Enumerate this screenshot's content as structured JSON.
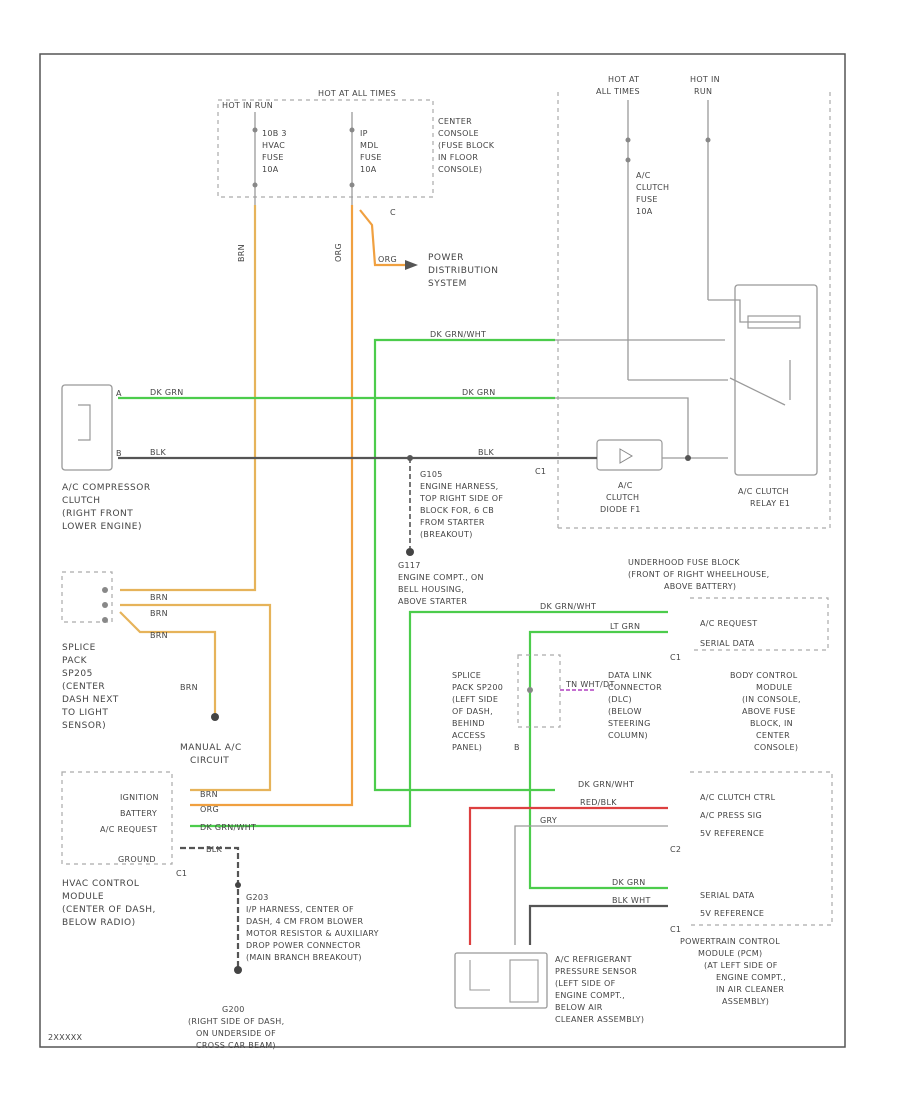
{
  "diagram": {
    "footer_id": "2XXXXX",
    "top_left": {
      "hot_in_run_label": "HOT IN RUN",
      "hot_at_all_times_label": "HOT AT ALL TIMES",
      "fuse_hvac": [
        "10B 3",
        "HVAC",
        "FUSE",
        "10A"
      ],
      "fuse_ip": [
        "IP",
        "MDL",
        "FUSE",
        "10A"
      ],
      "fuse_block_label": [
        "CENTER",
        "CONSOLE",
        "(FUSE BLOCK",
        "IN FLOOR",
        "CONSOLE)"
      ],
      "wire_brn": "BRN",
      "wire_org": "ORG",
      "power_dist": [
        "POWER",
        "DISTRIBUTION",
        "SYSTEM"
      ]
    },
    "top_right": {
      "hot_at_all_times": [
        "HOT AT",
        "ALL TIMES"
      ],
      "hot_in_run": [
        "HOT IN",
        "RUN"
      ],
      "fuse_ac_clutch": [
        "A/C",
        "CLUTCH",
        "FUSE",
        "10A"
      ],
      "diode_label": [
        "A/C",
        "CLUTCH",
        "DIODE F1"
      ],
      "relay_label": [
        "A/C CLUTCH",
        "RELAY E1"
      ],
      "underhood_label": [
        "UNDERHOOD FUSE BLOCK",
        "(FRONT OF RIGHT WHEELHOUSE,",
        "ABOVE BATTERY)"
      ]
    },
    "compressor": {
      "label": [
        "A/C COMPRESSOR",
        "CLUTCH",
        "(RIGHT FRONT",
        "LOWER ENGINE)"
      ],
      "wire_top": "DK GRN",
      "wire_bottom": "BLK",
      "pin_a": "A",
      "pin_b": "B"
    },
    "ground_g105": [
      "G105",
      "ENGINE HARNESS,",
      "TOP RIGHT SIDE OF",
      "BLOCK FOR, 6 CB",
      "FROM STARTER",
      "(BREAKOUT)"
    ],
    "ground_g117": [
      "G117",
      "ENGINE COMPT., ON",
      "BELL HOUSING,",
      "ABOVE STARTER"
    ],
    "splice_sp205": {
      "label": [
        "SPLICE",
        "PACK",
        "SP205",
        "(CENTER",
        "DASH NEXT",
        "TO LIGHT",
        "SENSOR)"
      ],
      "wires": [
        "BRN",
        "BRN",
        "BRN"
      ],
      "manual_ac": [
        "MANUAL A/C",
        "CIRCUIT"
      ],
      "brn_label": "BRN"
    },
    "splice_sp200": {
      "label": [
        "SPLICE",
        "PACK SP200",
        "(LEFT SIDE",
        "OF DASH,",
        "BEHIND",
        "ACCESS",
        "PANEL)"
      ],
      "pin": "B",
      "wire": "TN WHT/DT"
    },
    "dlc": [
      "DATA LINK",
      "CONNECTOR",
      "(DLC)",
      "(BELOW",
      "STEERING",
      "COLUMN)"
    ],
    "bcm": {
      "pins": [
        "A/C REQUEST",
        "SERIAL DATA"
      ],
      "wires": [
        "DK GRN/WHT",
        "LT GRN"
      ],
      "connector": "C1",
      "label": [
        "BODY CONTROL",
        "MODULE",
        "(IN CONSOLE,",
        "ABOVE FUSE",
        "BLOCK, IN",
        "CENTER",
        "CONSOLE)"
      ]
    },
    "hvac": {
      "pins": [
        "IGNITION",
        "BATTERY",
        "A/C REQUEST",
        "GROUND"
      ],
      "wires": [
        "BRN",
        "ORG",
        "DK GRN/WHT",
        "BLK"
      ],
      "connector": "C1",
      "label": [
        "HVAC CONTROL",
        "MODULE",
        "(CENTER OF DASH,",
        "BELOW RADIO)"
      ]
    },
    "ground_g203": [
      "G203",
      "I/P HARNESS, CENTER OF",
      "DASH, 4 CM FROM BLOWER",
      "MOTOR RESISTOR & AUXILIARY",
      "DROP POWER CONNECTOR",
      "(MAIN BRANCH BREAKOUT)"
    ],
    "ground_g200": [
      "G200",
      "(RIGHT SIDE OF DASH,",
      "ON UNDERSIDE OF",
      "CROSS CAR BEAM)"
    ],
    "pcm": {
      "pins": [
        "A/C CLUTCH CTRL",
        "A/C PRESS SIG",
        "5V REFERENCE",
        "SERIAL DATA",
        "5V REFERENCE"
      ],
      "wires": [
        "DK GRN/WHT",
        "RED/BLK",
        "GRY",
        "DK GRN",
        "BLK WHT"
      ],
      "connectors": [
        "C2",
        "C1"
      ],
      "label": [
        "POWERTRAIN CONTROL",
        "MODULE (PCM)",
        "(AT LEFT SIDE OF",
        "ENGINE COMPT.,",
        "IN AIR CLEANER",
        "ASSEMBLY)"
      ]
    },
    "pressure_sensor": [
      "A/C REFRIGERANT",
      "PRESSURE SENSOR",
      "(LEFT SIDE OF",
      "ENGINE COMPT.,",
      "BELOW AIR",
      "CLEANER ASSEMBLY)"
    ],
    "colors": {
      "orange": "#f0a040",
      "tan": "#e6b35a",
      "green": "#4ccc4c",
      "red": "#dd4040",
      "purple": "#b040c0",
      "black": "#555555"
    }
  }
}
